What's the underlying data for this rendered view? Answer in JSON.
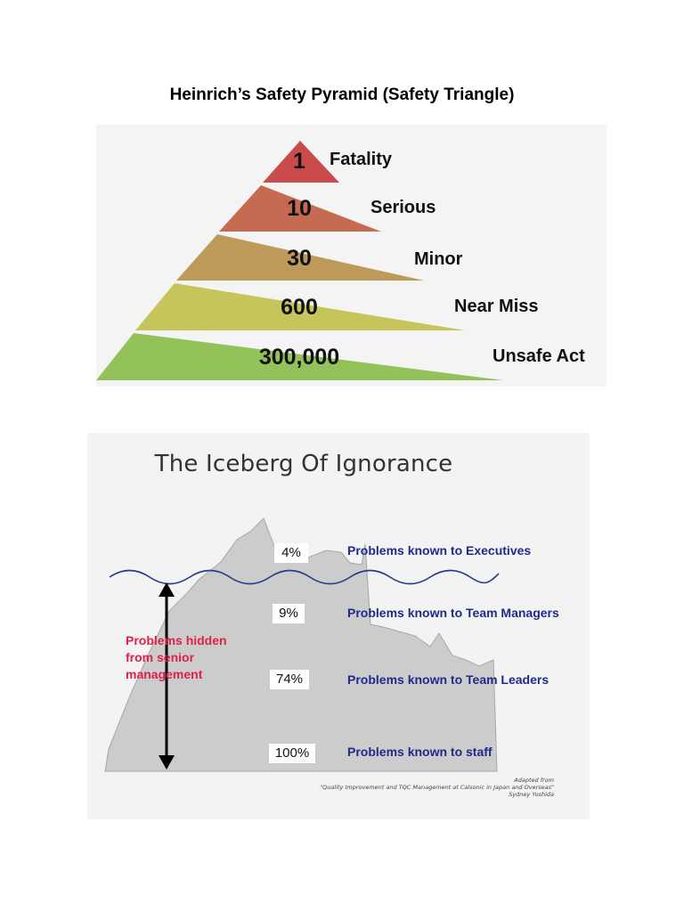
{
  "page_title": "Heinrich’s Safety Pyramid (Safety Triangle)",
  "pyramid": {
    "tiers": [
      {
        "count": "1",
        "label": "Fatality",
        "color": "#c94b4b"
      },
      {
        "count": "10",
        "label": "Serious",
        "color": "#c76a52"
      },
      {
        "count": "30",
        "label": "Minor",
        "color": "#bd9a5a"
      },
      {
        "count": "600",
        "label": "Near Miss",
        "color": "#c5c55c"
      },
      {
        "count": "300,000",
        "label": "Unsafe Act",
        "color": "#94c25a"
      }
    ]
  },
  "iceberg": {
    "title": "The Iceberg Of Ignorance",
    "levels": [
      {
        "percent": "4%",
        "label": "Problems known to Executives"
      },
      {
        "percent": "9%",
        "label": "Problems known to Team Managers"
      },
      {
        "percent": "74%",
        "label": "Problems known to Team Leaders"
      },
      {
        "percent": "100%",
        "label": "Problems known to staff"
      }
    ],
    "hidden_note": "Problems hidden from senior management",
    "credit": {
      "line1": "Adapted from",
      "line2": "\"Quality Improvement and TQC Management at Calsonic in Japan and Overseas\"",
      "line3": "Sydney Yoshida"
    },
    "colors": {
      "ice": "#cccccc",
      "water": "#2c3a8c",
      "labels": "#1f2a8a",
      "note": "#e0204a"
    }
  }
}
